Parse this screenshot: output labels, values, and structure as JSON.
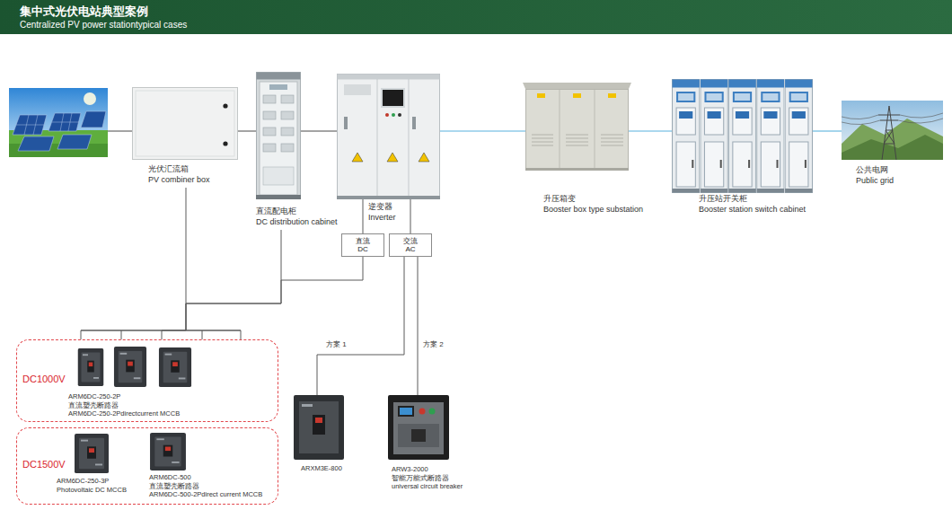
{
  "diagram": {
    "title": "集中式光伏电站典型案例",
    "nodes": [
      {
        "text": [
          "光伏汇流箱",
          "PV combiner box"
        ]
      },
      {
        "text": [
          "直流配电柜",
          "DC distribution cabinet"
        ]
      },
      {
        "text": [
          "逆变器",
          "Inverter"
        ]
      },
      {
        "text": [
          "直流",
          "DC"
        ]
      },
      {
        "text": [
          "交流",
          "AC"
        ]
      },
      {
        "text": [
          "升压箱变",
          "Booster box type substation"
        ]
      },
      {
        "text": [
          "升压站开关柜",
          "Booster station switch cabinet"
        ]
      },
      {
        "text": [
          "公共电网",
          "Public grid"
        ]
      },
      {
        "text": [
          "DC1000V"
        ]
      },
      {
        "text": [
          "ARM6DC-250-2P",
          "直流塑壳断路器",
          "ARM6DC-250-2Pdirectcurrent MCCB"
        ],
        "in": 8
      },
      {
        "text": [
          "DC1500V"
        ]
      },
      {
        "text": [
          "ARM6DC-250-3P",
          "Photovoltaic DC MCCB"
        ],
        "in": 10
      },
      {
        "text": [
          "ARM6DC-500",
          "直流塑壳断路器",
          "ARM6DC-500-2Pdirect current MCCB"
        ],
        "in": 10
      },
      {
        "text": [
          "ARXM3E-800"
        ]
      },
      {
        "text": [
          "ARW3-2000",
          "智能万能式断路器",
          "universal circuit breaker"
        ]
      }
    ],
    "edges": [
      {
        "from": 0,
        "to": 1,
        "arrow": "none"
      },
      {
        "from": 1,
        "to": 2,
        "arrow": "none"
      },
      {
        "from": 2,
        "to": 5,
        "arrow": "none"
      },
      {
        "from": 5,
        "to": 6,
        "arrow": "none"
      },
      {
        "from": 6,
        "to": 7,
        "arrow": "none"
      },
      {
        "from": 2,
        "to": 3,
        "arrow": "none"
      },
      {
        "from": 2,
        "to": 4,
        "arrow": "none"
      },
      {
        "from": 0,
        "to": 8,
        "arrow": "none"
      },
      {
        "from": 1,
        "to": 8,
        "arrow": "none"
      },
      {
        "from": 3,
        "to": 8,
        "arrow": "none"
      },
      {
        "from": 4,
        "to": 13,
        "label": "方案 1",
        "arrow": "none"
      },
      {
        "from": 4,
        "to": 14,
        "label": "方案 2",
        "arrow": "none"
      }
    ],
    "labels": [
      "Centralized PV power stationtypical cases"
    ]
  }
}
